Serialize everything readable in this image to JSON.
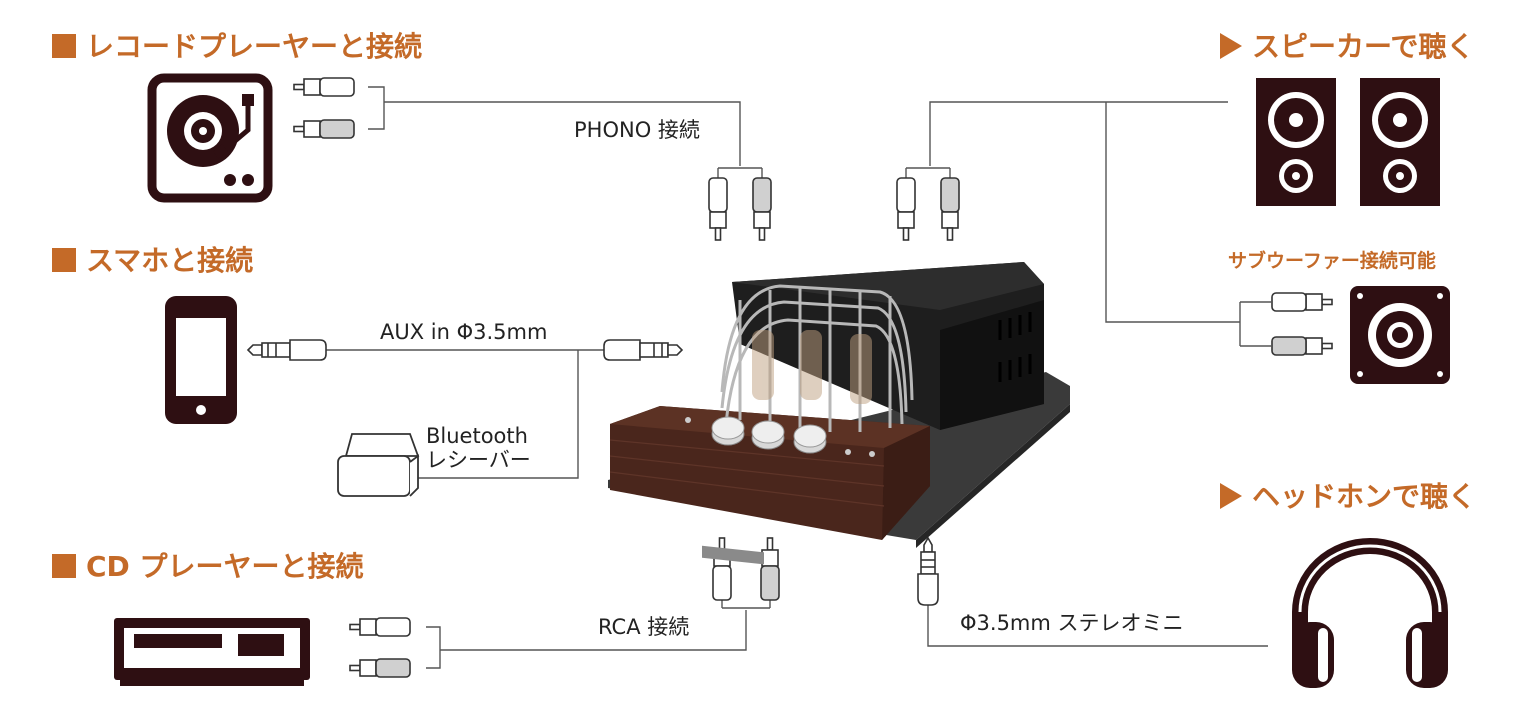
{
  "headings": {
    "record": "レコードプレーヤーと接続",
    "smartphone": "スマホと接続",
    "cd": "CD プレーヤーと接続",
    "speaker": "スピーカーで聴く",
    "headphone": "ヘッドホンで聴く"
  },
  "subheading": {
    "subwoofer": "サブウーファー接続可能"
  },
  "labels": {
    "phono": "PHONO 接続",
    "aux": "AUX  in Φ3.5mm",
    "bluetooth_line1": "Bluetooth",
    "bluetooth_line2": "レシーバー",
    "rca": "RCA 接続",
    "stereo_mini": "Φ3.5mm ステレオミニ"
  },
  "colors": {
    "accent": "#c46a28",
    "icon_dark": "#2e0f12",
    "line": "#555555",
    "amp_wood": "#4a261c"
  },
  "icons": [
    "turntable-icon",
    "smartphone-icon",
    "bluetooth-receiver-icon",
    "cd-player-icon",
    "speaker-icon",
    "subwoofer-icon",
    "headphones-icon",
    "rca-plug-icon",
    "mini-plug-icon",
    "tube-amplifier"
  ]
}
